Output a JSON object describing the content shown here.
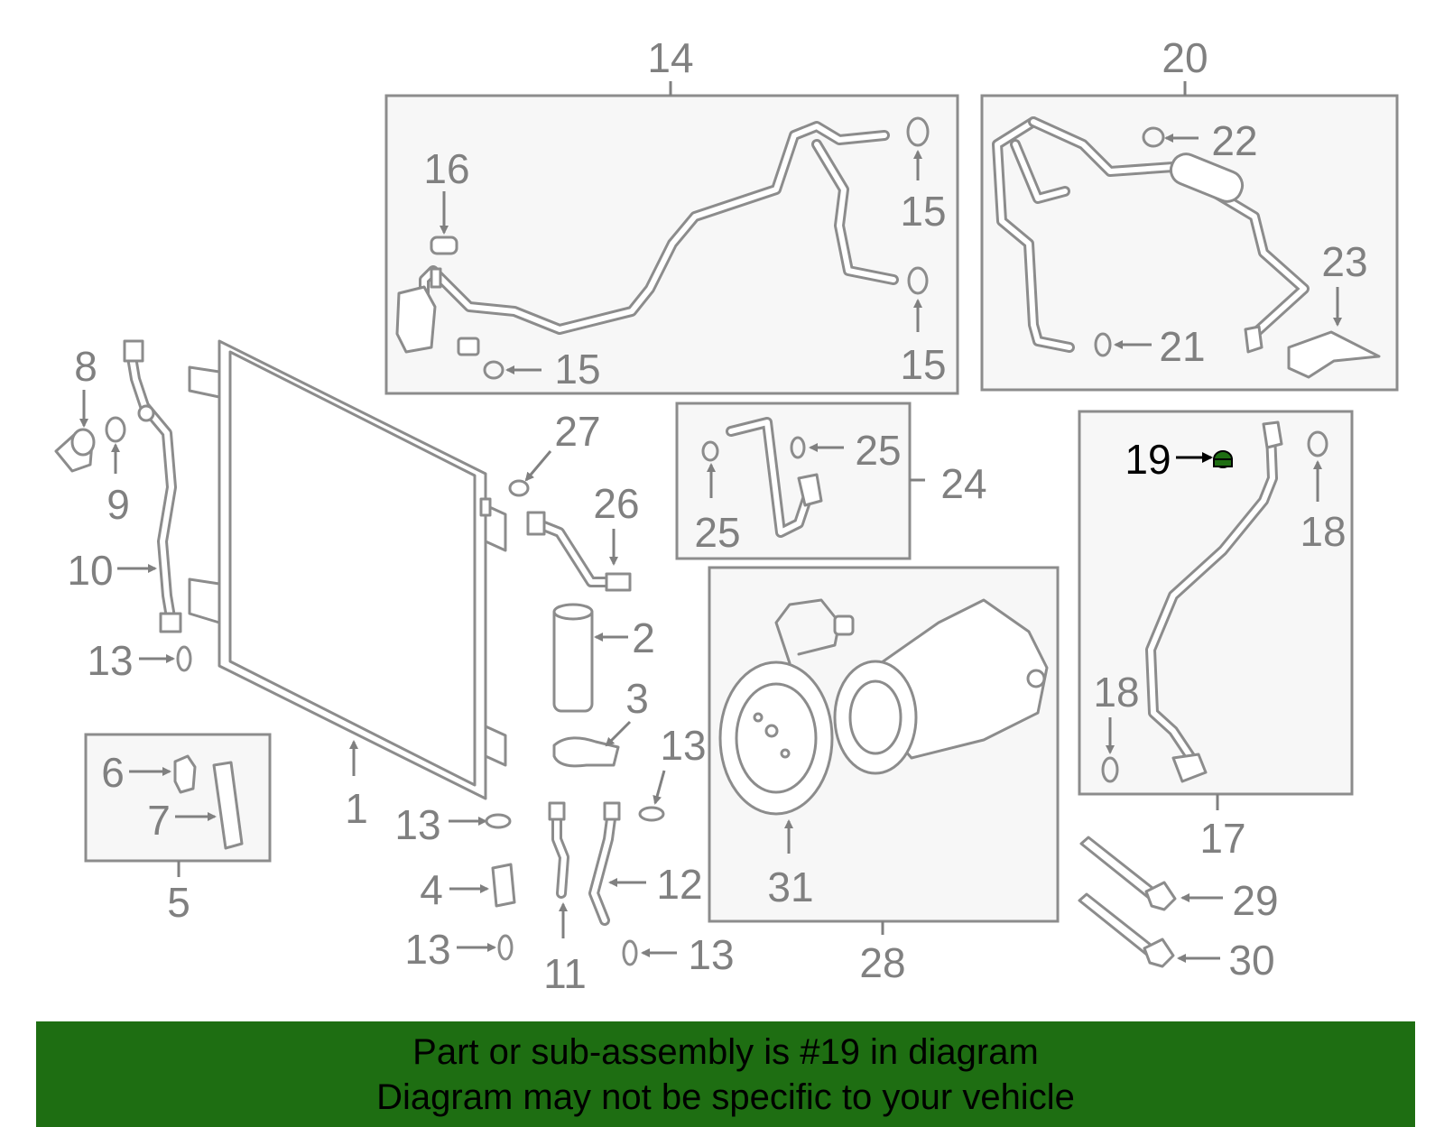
{
  "callouts": {
    "c1": "1",
    "c2": "2",
    "c3": "3",
    "c4": "4",
    "c5": "5",
    "c6": "6",
    "c7": "7",
    "c8": "8",
    "c9": "9",
    "c10": "10",
    "c11": "11",
    "c12": "12",
    "c13": "13",
    "c14": "14",
    "c15": "15",
    "c16": "16",
    "c17": "17",
    "c18": "18",
    "c19": "19",
    "c20": "20",
    "c21": "21",
    "c22": "22",
    "c23": "23",
    "c24": "24",
    "c25": "25",
    "c26": "26",
    "c27": "27",
    "c28": "28",
    "c29": "29",
    "c30": "30",
    "c31": "31"
  },
  "highlight_color": "#1e6e12",
  "banner": {
    "line1": "Part or sub-assembly is #19 in diagram",
    "line2": "Diagram may not be specific to your vehicle"
  }
}
